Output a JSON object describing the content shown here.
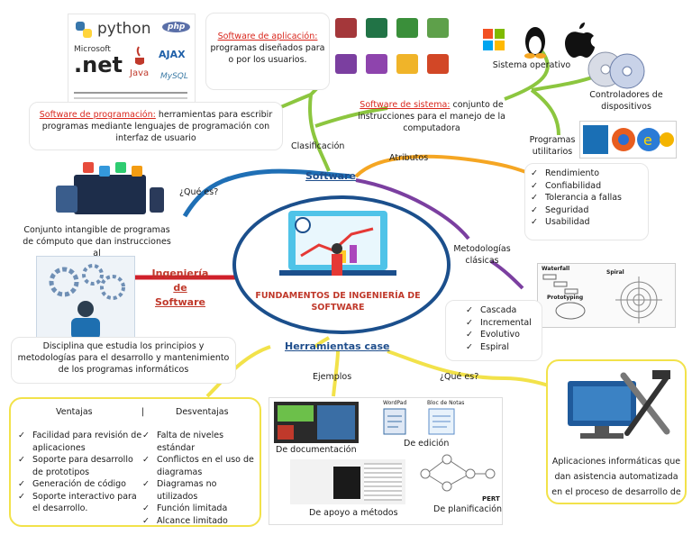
{
  "center": {
    "title": "FUNDAMENTOS DE INGENIERÍA DE SOFTWARE"
  },
  "software": {
    "title": "Software",
    "que_es": "¿Qué es?",
    "definition": "Conjunto intangible de programas de cómputo que dan instrucciones al",
    "clasificacion": "Clasificación",
    "atributos": "Atributos",
    "metodologias": "Metodologías clásicas"
  },
  "app_software": {
    "label": "Software de aplicación:",
    "text": "programas diseñados para o por los usuarios."
  },
  "prog_software": {
    "label": "Software de programación:",
    "text": "herramientas para escribir programas mediante lenguajes de programación con interfaz de usuario"
  },
  "sys_software": {
    "label": "Software de sistema:",
    "text": "conjunto de instrucciones para el manejo de la computadora"
  },
  "system_items": {
    "os": "Sistema operativo",
    "drivers": "Controladores de dispositivos",
    "utilities": "Programas utilitarios"
  },
  "attributes": [
    "Rendimiento",
    "Confiabilidad",
    "Tolerancia a fallas",
    "Seguridad",
    "Usabilidad"
  ],
  "methodologies": [
    "Cascada",
    "Incremental",
    "Evolutivo",
    "Espiral"
  ],
  "method_images": {
    "waterfall": "Waterfall",
    "spiral": "Spiral",
    "prototyping": "Prototyping"
  },
  "ingenieria": {
    "title": "Ingeniería de Software",
    "definition": "Disciplina que estudia los principios y metodologías para el desarrollo y mantenimiento de los programas informáticos"
  },
  "case": {
    "title": "Herramientas case",
    "ejemplos": "Ejemplos",
    "que_es": "¿Qué es?",
    "definition": "Aplicaciones informáticas que dan asistencia automatizada en el proceso de desarrollo de"
  },
  "examples": {
    "documentacion": "De documentación",
    "edicion": "De edición",
    "metodos": "De apoyo a métodos",
    "planificacion": "De planificación",
    "wordpad": "WordPad",
    "bloc": "Bloc de Notas",
    "pert": "PERT"
  },
  "advantages": {
    "header": "Ventajas",
    "separator": "|",
    "items": [
      "Facilidad para revisión de aplicaciones",
      "Soporte para desarrollo de prototipos",
      "Generación de código",
      "Soporte interactivo para el desarrollo."
    ]
  },
  "disadvantages": {
    "header": "Desventajas",
    "items": [
      "Falta de niveles estándar",
      "Conflictos en el uso de diagramas",
      "Diagramas no utilizados",
      "Función limitada",
      "Alcance limitado"
    ]
  },
  "logos": {
    "python": "python",
    "php": "php",
    "net": ".net",
    "microsoft": "Microsoft",
    "java": "Java",
    "ajax": "AJAX",
    "mysql": "MySQL"
  },
  "colors": {
    "blue": "#1f4e8c",
    "green": "#8cc63f",
    "orange": "#f5a623",
    "purple": "#7b3fa0",
    "red": "#d0202a",
    "yellow": "#f2e24a"
  }
}
